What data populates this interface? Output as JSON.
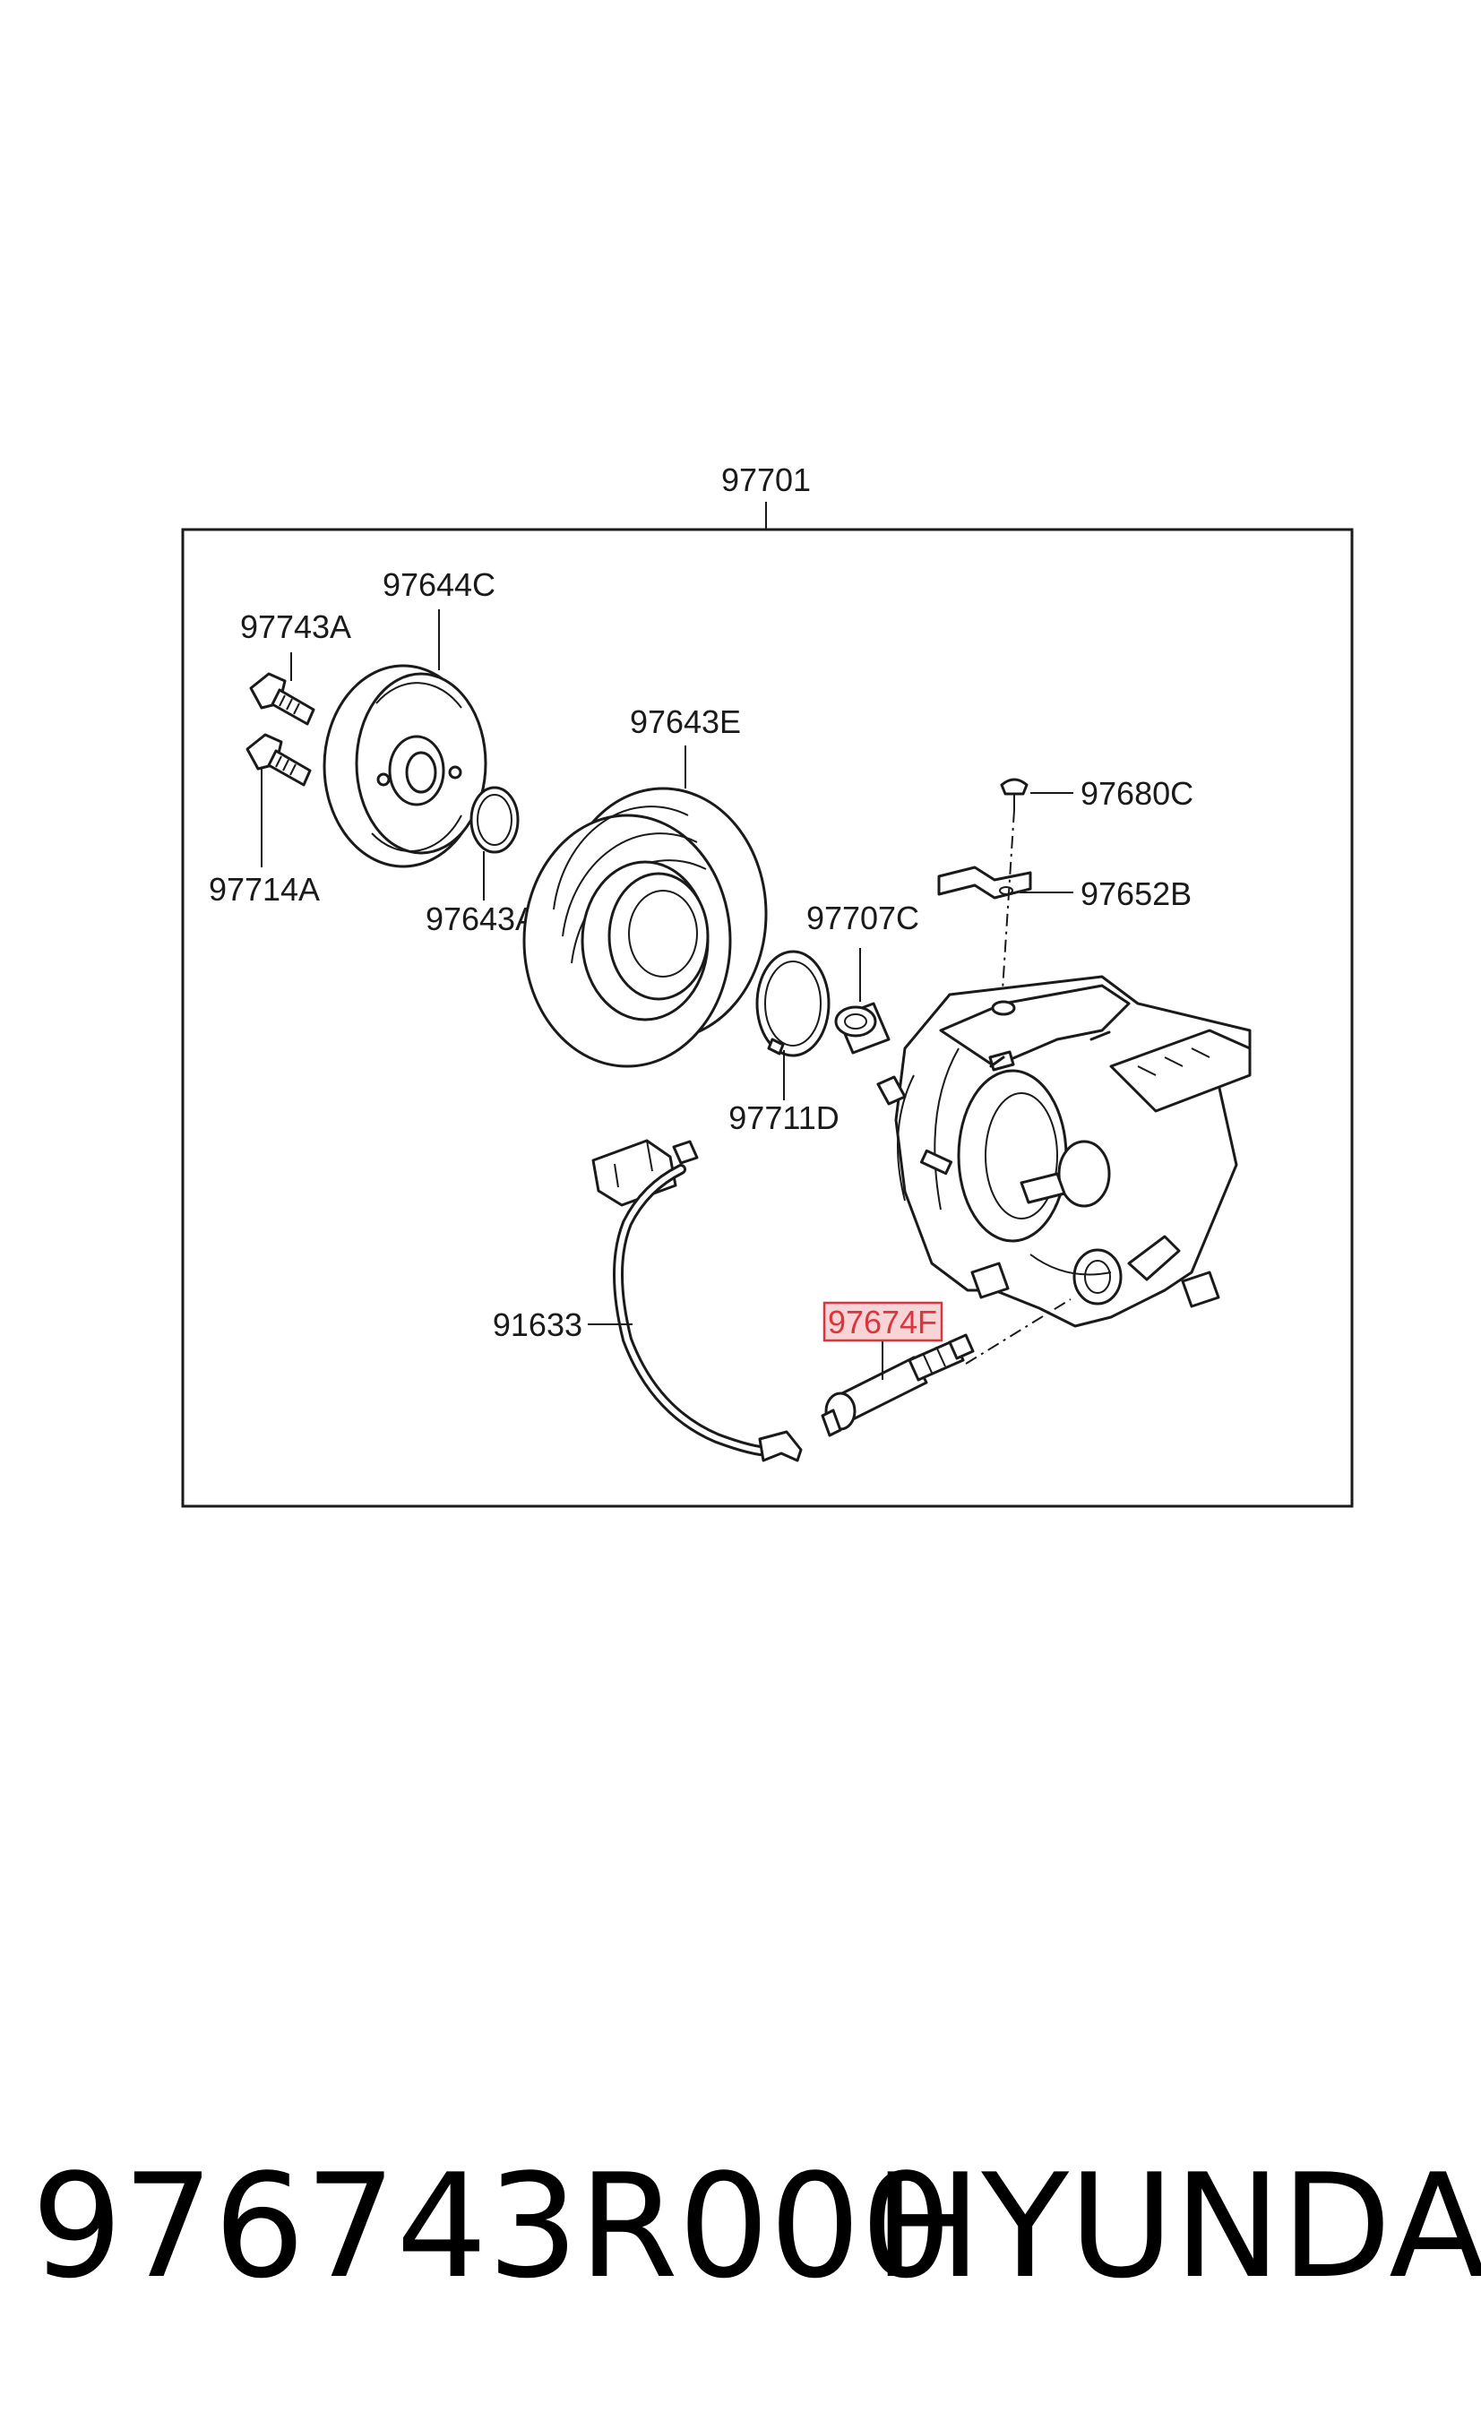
{
  "diagram": {
    "assembly_label": "97701",
    "labels": {
      "bolt_top": "97743A",
      "clutch_hub": "97644C",
      "pulley": "97643E",
      "bolt_bottom": "97714A",
      "snap_ring_small": "97643A",
      "screw": "97680C",
      "bracket": "97652B",
      "bearing": "97707C",
      "snap_ring_large": "97711D",
      "wiring": "91633",
      "pressure_switch": "97674F"
    },
    "highlight_color": "#d9363e",
    "highlight_fill": "#f9d4d6"
  },
  "footer": {
    "part_number": "976743R000",
    "brand": "HYUNDAI"
  }
}
